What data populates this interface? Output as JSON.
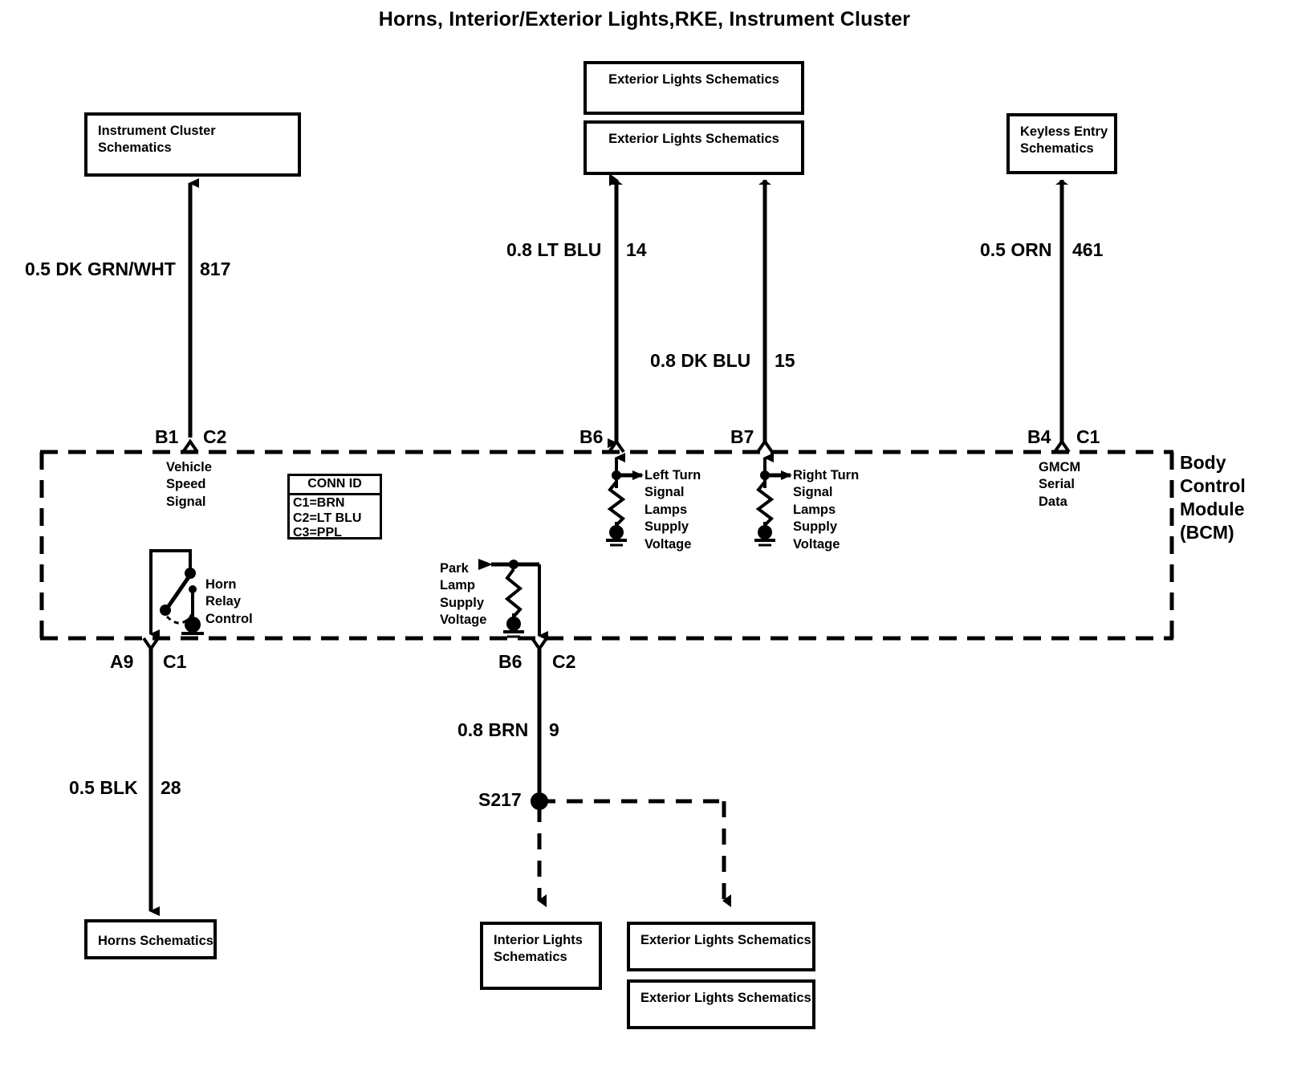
{
  "title": "Horns, Interior/Exterior Lights,RKE, Instrument Cluster",
  "module": {
    "name": "Body Control Module\n(BCM)",
    "conn_id": {
      "header": "CONN ID",
      "rows": "C1=BRN\nC2=LT BLU\nC3=PPL"
    },
    "internals": [
      {
        "id": "vehicle-speed-signal",
        "label": "Vehicle\nSpeed\nSignal"
      },
      {
        "id": "left-turn",
        "label": "Left Turn\nSignal\nLamps\nSupply\nVoltage"
      },
      {
        "id": "right-turn",
        "label": "Right Turn\nSignal\nLamps\nSupply\nVoltage"
      },
      {
        "id": "gmcm-serial-data",
        "label": "GMCM\nSerial\nData"
      },
      {
        "id": "horn-relay-control",
        "label": "Horn\nRelay\nControl"
      },
      {
        "id": "park-lamp-supply-voltage",
        "label": "Park\nLamp\nSupply\nVoltage"
      }
    ]
  },
  "top_boxes": [
    {
      "id": "instrument-cluster-schematics",
      "label": "Instrument Cluster\nSchematics"
    },
    {
      "id": "exterior-lights-schematics-top-1",
      "label": "Exterior Lights Schematics"
    },
    {
      "id": "exterior-lights-schematics-top-2",
      "label": "Exterior Lights Schematics"
    },
    {
      "id": "keyless-entry-schematics",
      "label": "Keyless Entry\nSchematics"
    }
  ],
  "bottom_boxes": [
    {
      "id": "horns-schematics",
      "label": "Horns Schematics"
    },
    {
      "id": "interior-lights-schematics",
      "label": "Interior Lights\nSchematics"
    },
    {
      "id": "exterior-lights-schematics-bottom-1",
      "label": "Exterior Lights Schematics"
    },
    {
      "id": "exterior-lights-schematics-bottom-2",
      "label": "Exterior Lights Schematics"
    }
  ],
  "wires": [
    {
      "id": "wire-817",
      "spec": "0.5 DK GRN/WHT",
      "circuit": "817"
    },
    {
      "id": "wire-14",
      "spec": "0.8 LT BLU",
      "circuit": "14"
    },
    {
      "id": "wire-15",
      "spec": "0.8 DK BLU",
      "circuit": "15"
    },
    {
      "id": "wire-461",
      "spec": "0.5 ORN",
      "circuit": "461"
    },
    {
      "id": "wire-28",
      "spec": "0.5 BLK",
      "circuit": "28"
    },
    {
      "id": "wire-9",
      "spec": "0.8 BRN",
      "circuit": "9"
    }
  ],
  "pins": [
    {
      "id": "pin-b1-c2",
      "terminal": "B1",
      "connector": "C2"
    },
    {
      "id": "pin-b6-c2-top",
      "terminal": "B6",
      "connector": ""
    },
    {
      "id": "pin-b7-top",
      "terminal": "B7",
      "connector": ""
    },
    {
      "id": "pin-b4-c1",
      "terminal": "B4",
      "connector": "C1"
    },
    {
      "id": "pin-a9-c1",
      "terminal": "A9",
      "connector": "C1"
    },
    {
      "id": "pin-b6-c2-bottom",
      "terminal": "B6",
      "connector": "C2"
    }
  ],
  "splices": [
    {
      "id": "splice-s217",
      "label": "S217"
    }
  ],
  "colors": {
    "line": "#000000",
    "background": "#ffffff"
  }
}
